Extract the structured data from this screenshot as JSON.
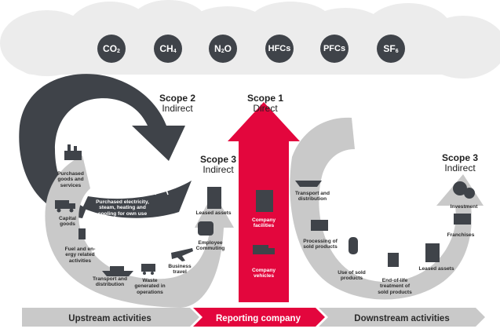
{
  "gases": [
    {
      "base": "CO",
      "sub": "2"
    },
    {
      "base": "CH",
      "sub": "4"
    },
    {
      "base": "N",
      "sub": "2",
      "tail": "O"
    },
    {
      "base": "HFCs",
      "sub": ""
    },
    {
      "base": "PFCs",
      "sub": ""
    },
    {
      "base": "SF",
      "sub": "6"
    }
  ],
  "scopes": {
    "scope2": {
      "name": "Scope 2",
      "type": "Indirect"
    },
    "scope1": {
      "name": "Scope 1",
      "type": "Direct"
    },
    "scope3_up": {
      "name": "Scope 3",
      "type": "Indirect"
    },
    "scope3_down": {
      "name": "Scope 3",
      "type": "Indirect"
    }
  },
  "upstream": {
    "purchased_goods": "Purchased\ngoods and\nservices",
    "capital_goods": "Capital\ngoods",
    "fuel": "Fuel and en-\nergy related\nactivities",
    "transport": "Transport and\ndistribution",
    "waste": "Waste\ngenerated in\noperations",
    "business_travel": "Business\ntravel",
    "employee_commuting": "Employee\nCommuting",
    "leased_assets": "Leased assets",
    "purchased_electricity": "Purchased electricity,\nsteam, heating and\ncooling for own use"
  },
  "company": {
    "facilities": "Company\nfacilities",
    "vehicles": "Company\nvehicles"
  },
  "downstream": {
    "transport": "Transport and\ndistribution",
    "processing": "Processing of\nsold products",
    "use": "Use of sold\nproducts",
    "end_of_life": "End-of-life\ntreatment of\nsold products",
    "leased_assets": "Leased assets",
    "franchises": "Franchises",
    "investment": "Investment"
  },
  "bar": {
    "upstream": "Upstream activities",
    "reporting": "Reporting company",
    "downstream": "Downstream activities"
  },
  "colors": {
    "dark": "#3f4349",
    "light_gray": "#c9c9c9",
    "red": "#e3063d",
    "cloud": "#ececec"
  }
}
